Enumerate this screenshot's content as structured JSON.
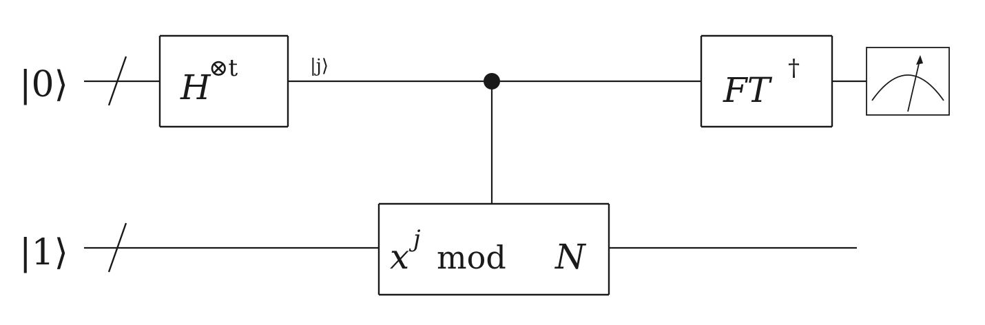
{
  "circuit": {
    "inputs": [
      {
        "ket": "|0⟩"
      },
      {
        "ket": "|1⟩"
      }
    ],
    "wire_label": "|j⟩",
    "gates": {
      "hadamard": {
        "base": "H",
        "superscript": "⊗t"
      },
      "modexp": {
        "base": "x",
        "superscript": "j",
        "text": "mod",
        "modulus": "N"
      },
      "inverse_ft": {
        "base": "FT",
        "superscript": "†"
      }
    },
    "measurement": {
      "icon": "measurement-meter-icon"
    }
  }
}
